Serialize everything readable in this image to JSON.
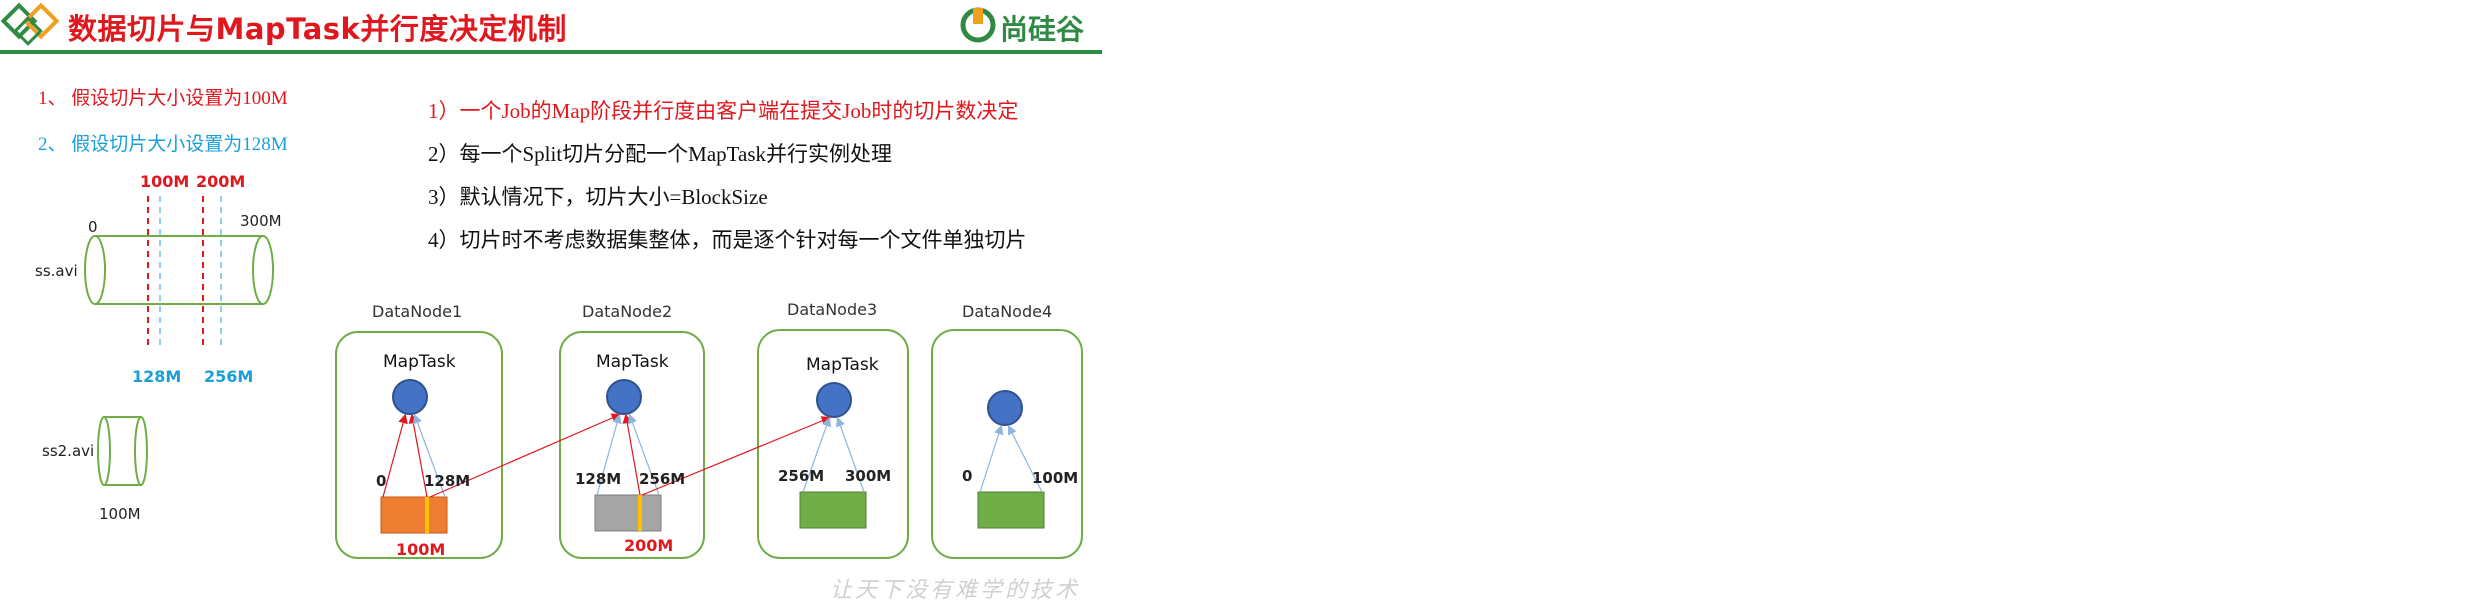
{
  "header": {
    "title": "数据切片与MapTask并行度决定机制",
    "brand_name": "尚硅谷"
  },
  "cases": [
    "1、 假设切片大小设置为100M",
    "2、 假设切片大小设置为128M"
  ],
  "rules": [
    "1）一个Job的Map阶段并行度由客户端在提交Job时的切片数决定",
    "2）每一个Split切片分配一个MapTask并行实例处理",
    "3）默认情况下，切片大小=BlockSize",
    "4）切片时不考虑数据集整体，而是逐个针对每一个文件单独切片"
  ],
  "file1": {
    "name": "ss.avi",
    "start": "0",
    "end": "300M",
    "split_100": [
      "100M",
      "200M"
    ],
    "split_128": [
      "128M",
      "256M"
    ]
  },
  "file2": {
    "name": "ss2.avi",
    "size": "100M"
  },
  "datanodes": [
    {
      "name": "DataNode1",
      "task": "MapTask",
      "left": "0",
      "right": "128M",
      "split": "100M"
    },
    {
      "name": "DataNode2",
      "task": "MapTask",
      "left": "128M",
      "right": "256M",
      "split": "200M"
    },
    {
      "name": "DataNode3",
      "task": "MapTask",
      "left": "256M",
      "right": "300M"
    },
    {
      "name": "DataNode4",
      "left": "0",
      "right": "100M"
    }
  ],
  "slogan": "让天下没有难学的技术",
  "colors": {
    "title_red": "#e0171d",
    "brand_green": "#2f8a43",
    "node_green": "#70ad47",
    "circle_blue": "#4472c4",
    "block_orange": "#ed7d31",
    "block_gray": "#a5a5a5",
    "split_yellow": "#ffc000",
    "split_blue": "#1a9fd8"
  }
}
